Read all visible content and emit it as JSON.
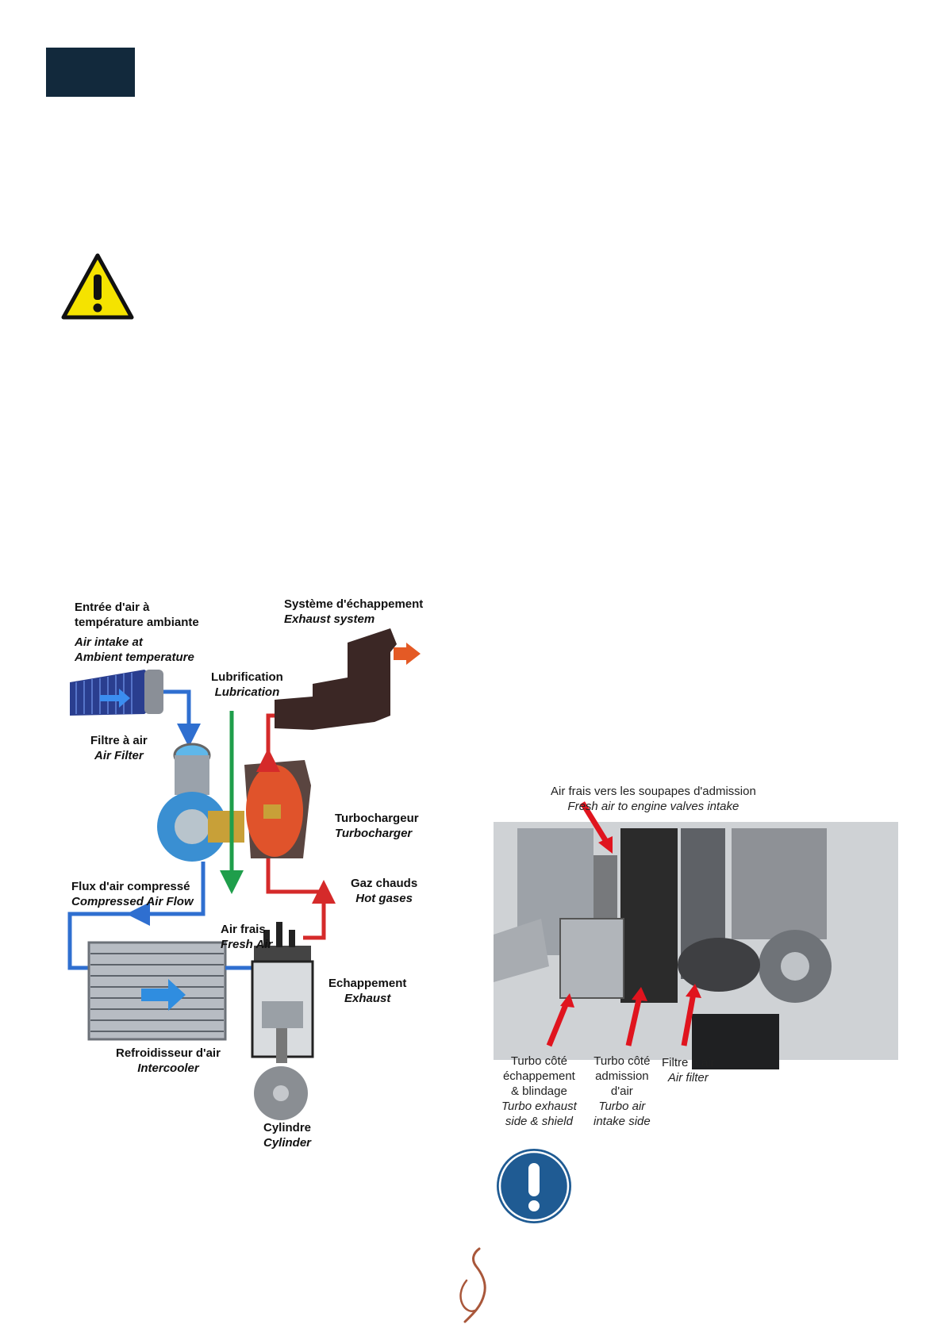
{
  "header": {
    "block_color": "#12293c"
  },
  "icons": {
    "warning": "warning-triangle-icon",
    "mandatory": "exclamation-circle-icon",
    "logo": "brand-logo-icon"
  },
  "colors": {
    "fresh_air": "#2f6fd0",
    "hot_gas": "#d52a2a",
    "lubrication": "#1f9e4b",
    "warning_yellow": "#f5e300",
    "mandatory_blue": "#1f5b93",
    "logo": "#a9573a"
  },
  "diagram": {
    "labels": {
      "air_intake_fr": "Entrée d'air à\ntempérature ambiante",
      "air_intake_en": "Air intake at\nAmbient temperature",
      "exhaust_system_fr": "Système d'échappement",
      "exhaust_system_en": "Exhaust system",
      "lubrication_fr": "Lubrification",
      "lubrication_en": "Lubrication",
      "air_filter_fr": "Filtre à air",
      "air_filter_en": "Air Filter",
      "turbocharger_fr": "Turbochargeur",
      "turbocharger_en": "Turbocharger",
      "compressed_flow_fr": "Flux d'air compressé",
      "compressed_flow_en": "Compressed Air Flow",
      "hot_gases_fr": "Gaz chauds",
      "hot_gases_en": "Hot gases",
      "fresh_air_fr": "Air frais",
      "fresh_air_en": "Fresh Air",
      "exhaust_fr": "Echappement",
      "exhaust_en": "Exhaust",
      "intercooler_fr": "Refroidisseur d'air",
      "intercooler_en": "Intercooler",
      "cylinder_fr": "Cylindre",
      "cylinder_en": "Cylinder"
    }
  },
  "photo": {
    "labels": {
      "fresh_air_valves_fr": "Air frais vers les soupapes d'admission",
      "fresh_air_valves_en": "Fresh air to engine valves intake",
      "turbo_exhaust_fr": "Turbo côté\néchappement\n& blindage",
      "turbo_exhaust_en": "Turbo exhaust\nside & shield",
      "turbo_intake_fr": "Turbo côté\nadmission\nd'air",
      "turbo_intake_en": "Turbo air\nintake side",
      "air_filter_fr": "Filtre à air",
      "air_filter_en": "Air filter"
    }
  }
}
